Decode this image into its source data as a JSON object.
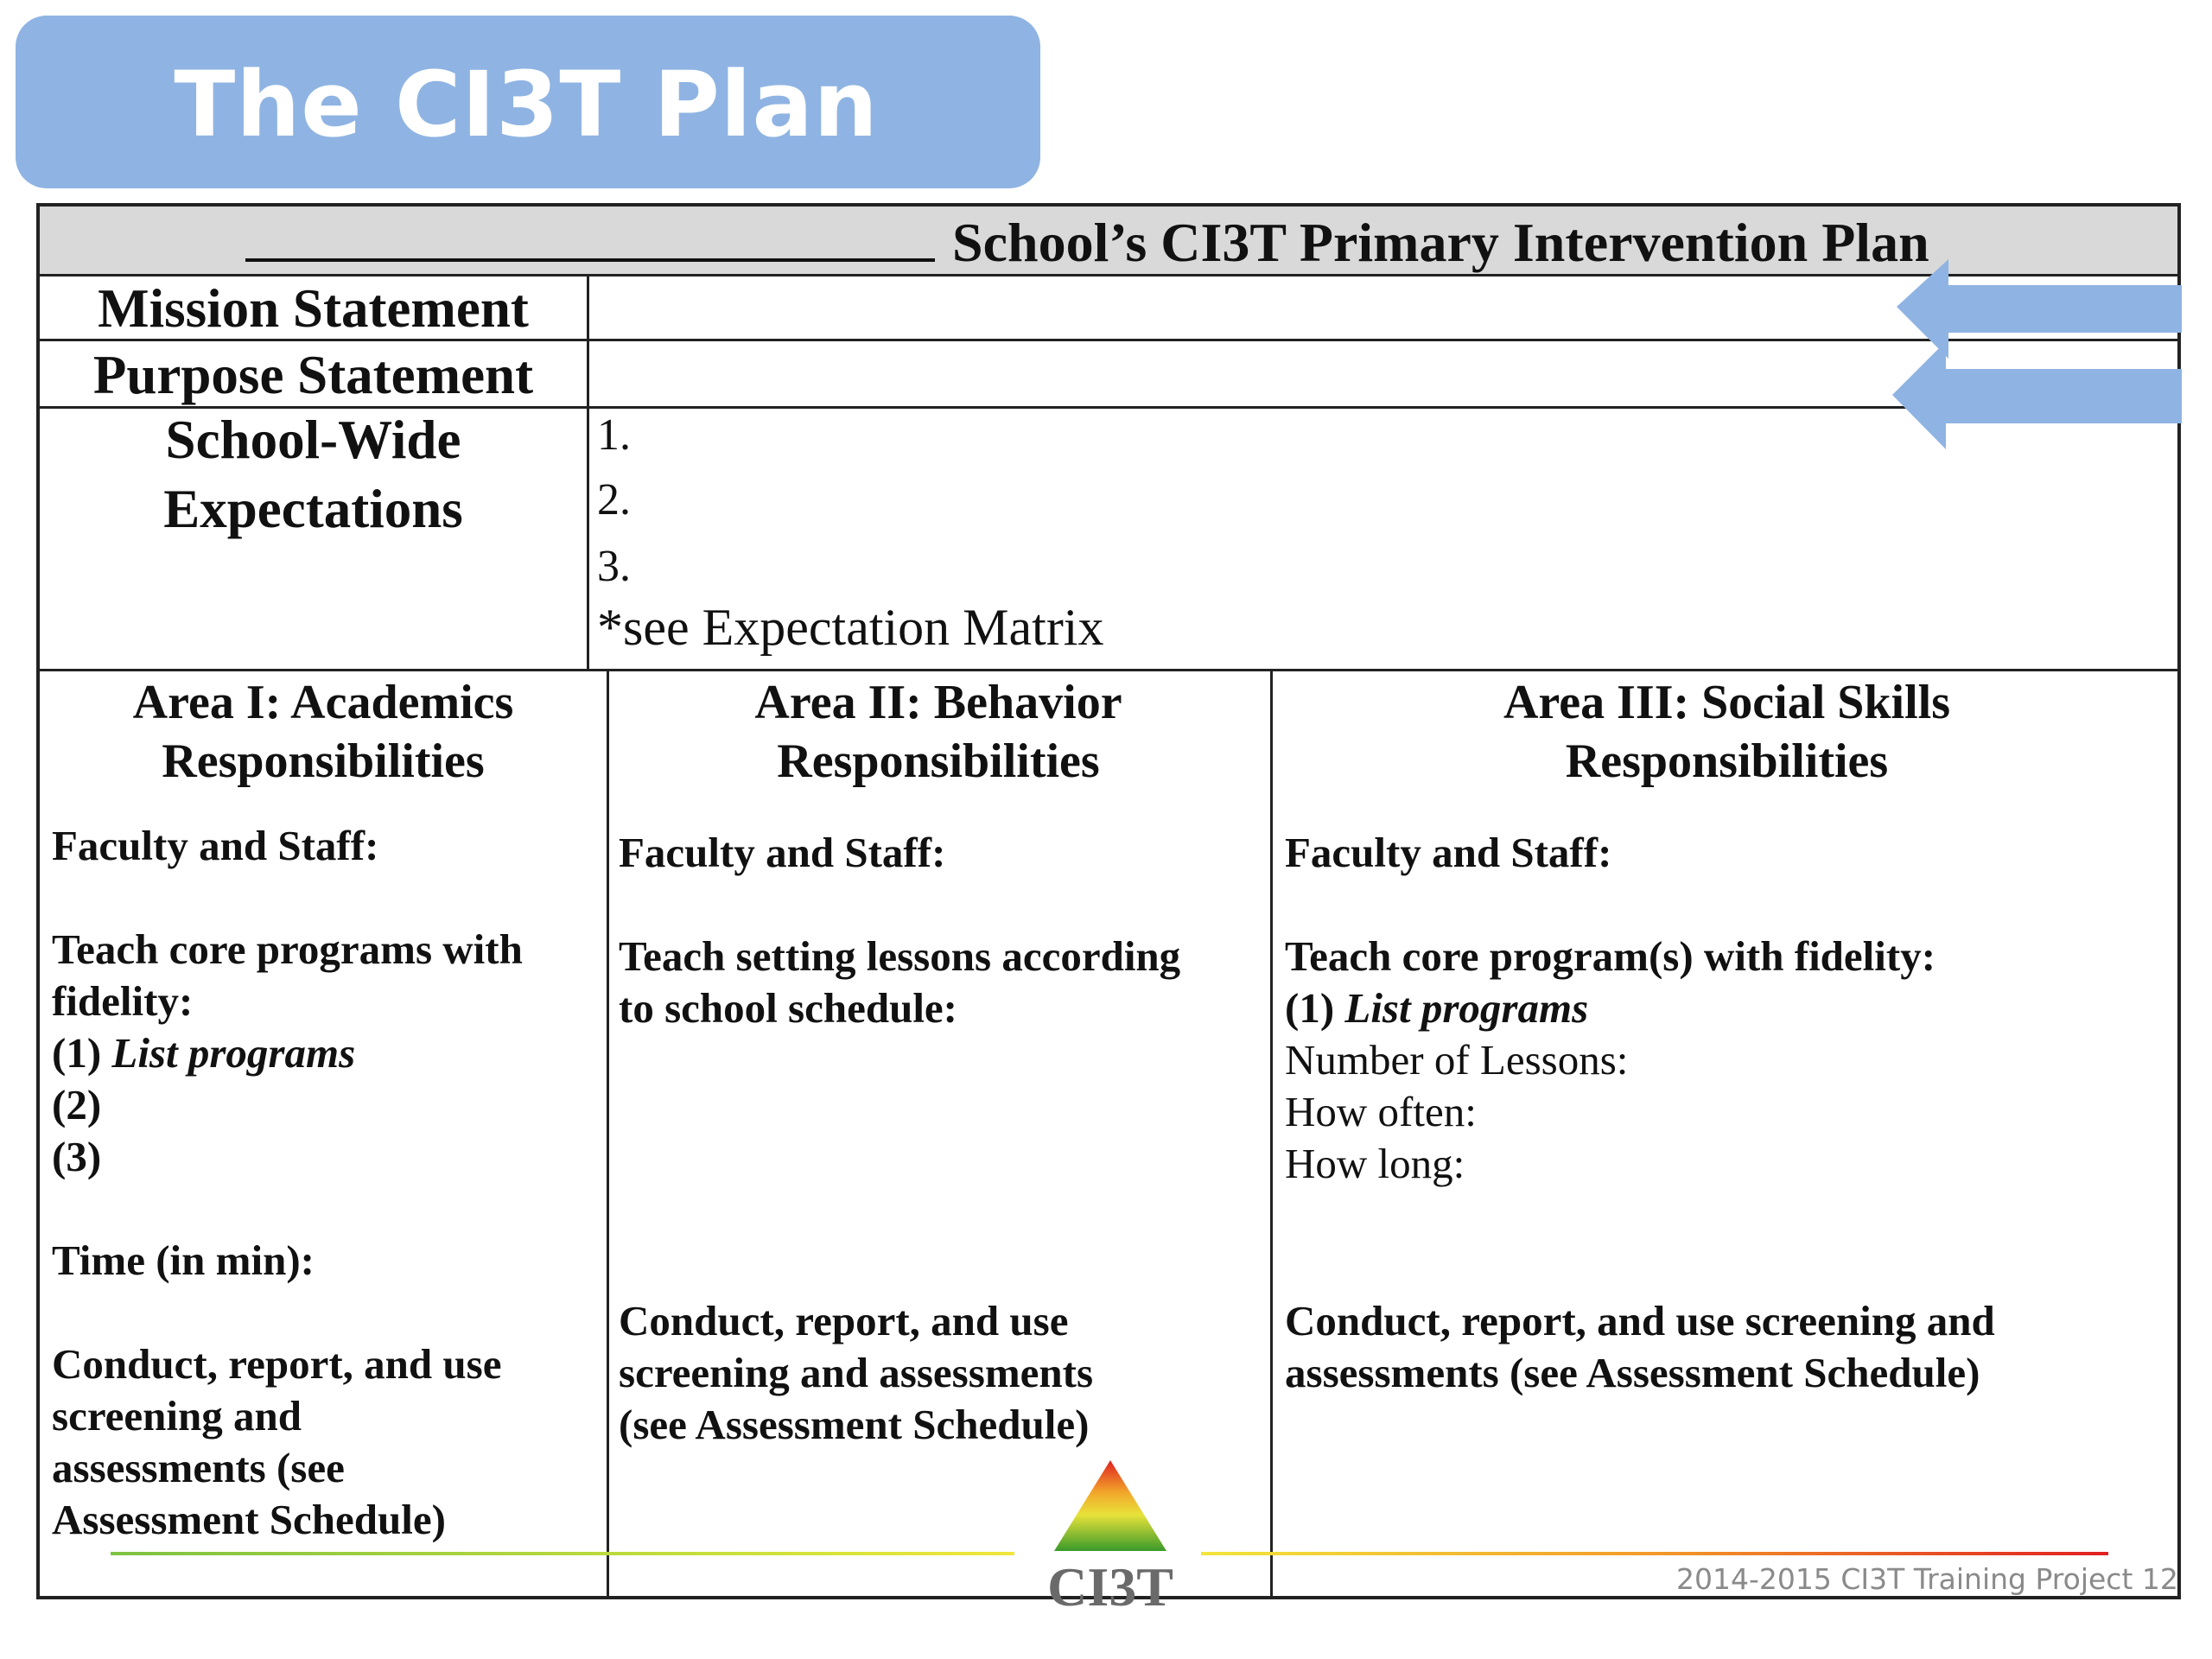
{
  "slide_title": "The CI3T Plan",
  "plan": {
    "header": "School’s CI3T Primary Intervention Plan",
    "mission_label": "Mission Statement",
    "purpose_label": "Purpose Statement",
    "expectations_label_line1": "School-Wide",
    "expectations_label_line2": "Expectations",
    "expectations": [
      "1.",
      "2.",
      "3.",
      "*see Expectation Matrix"
    ]
  },
  "areas": {
    "academics": {
      "heading_line1": "Area I: Academics",
      "heading_line2": "Responsibilities",
      "faculty": "Faculty and Staff:",
      "teach_line1": "Teach core programs with",
      "teach_line2": "fidelity:",
      "item1_num": "(1)",
      "item1_text": "List programs",
      "item2": "(2)",
      "item3": "(3)",
      "time": "Time (in min):",
      "conduct_line1": "Conduct, report, and use",
      "conduct_line2": "screening and",
      "conduct_line3": "assessments (see",
      "conduct_line4": "Assessment Schedule)"
    },
    "behavior": {
      "heading_line1": "Area II: Behavior",
      "heading_line2": "Responsibilities",
      "faculty": "Faculty and Staff:",
      "teach_line1": "Teach setting lessons according",
      "teach_line2": "to school schedule:",
      "conduct_line1": "Conduct, report, and use",
      "conduct_line2": "screening and assessments",
      "conduct_line3": "(see Assessment Schedule)"
    },
    "social": {
      "heading_line1": "Area III: Social Skills",
      "heading_line2": "Responsibilities",
      "faculty": "Faculty and Staff:",
      "teach_line1": "Teach core program(s) with fidelity:",
      "item1_num": "(1)",
      "item1_text": "List programs",
      "lessons": "Number of Lessons:",
      "often": "How often:",
      "long": "How long:",
      "conduct_line1": "Conduct, report, and use screening and",
      "conduct_line2": "assessments (see Assessment Schedule)"
    }
  },
  "footer": {
    "logo_text": "CI3T",
    "note": "2014-2015 CI3T Training Project 12"
  },
  "colors": {
    "banner": "#8fb4e3",
    "arrow": "#8fb4e3",
    "header_row": "#d9d9d9"
  },
  "icons": [
    "left-arrow-icon",
    "triangle-logo-icon"
  ]
}
